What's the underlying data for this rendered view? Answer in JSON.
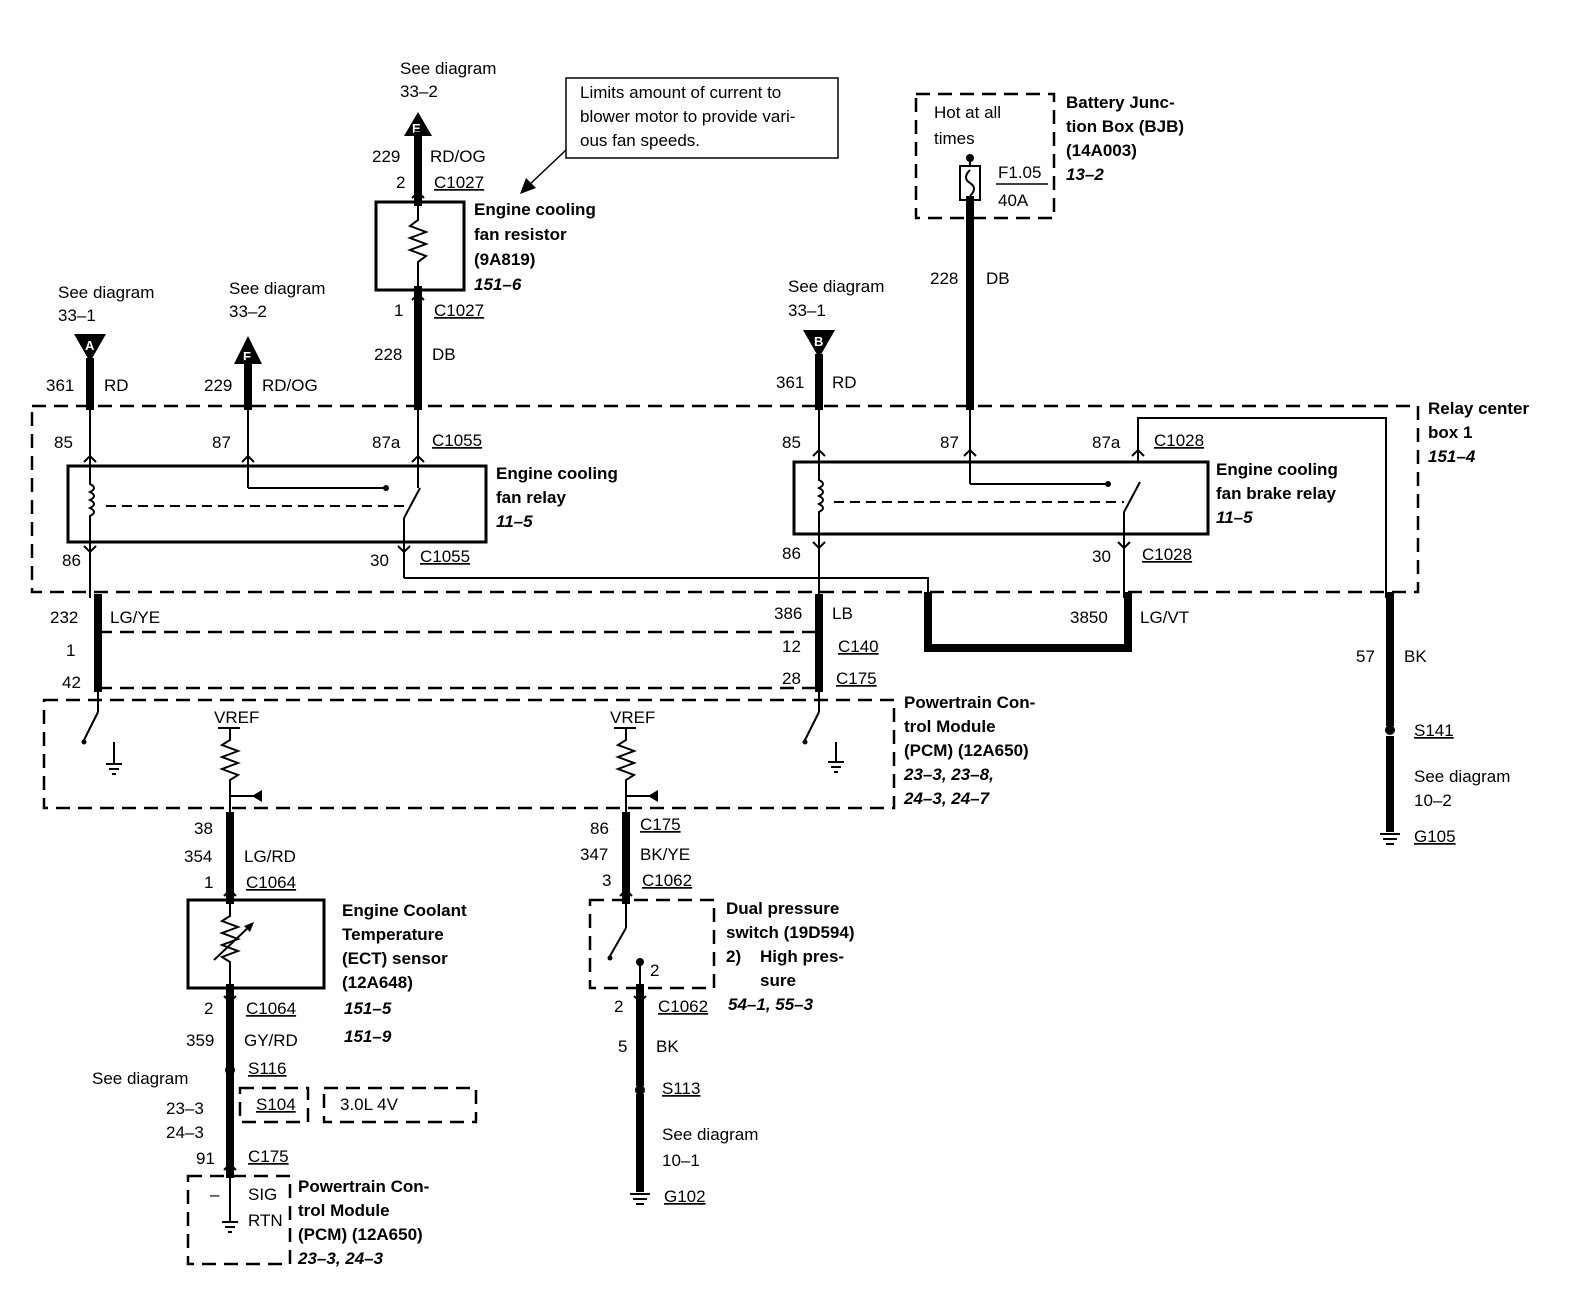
{
  "connectors": {
    "e": {
      "letter": "E",
      "see": "See diagram",
      "ref": "33–2"
    },
    "a": {
      "letter": "A",
      "see": "See diagram",
      "ref": "33–1"
    },
    "f": {
      "letter": "F",
      "see": "See diagram",
      "ref": "33–2"
    },
    "b": {
      "letter": "B",
      "see": "See diagram",
      "ref": "33–1"
    }
  },
  "note": {
    "line1": "Limits amount of current to",
    "line2": "blower motor to provide vari-",
    "line3": "ous fan speeds."
  },
  "wires": {
    "w229_top": {
      "num": "229",
      "color": "RD/OG"
    },
    "w228_res": {
      "num": "228",
      "color": "DB"
    },
    "w361_a": {
      "num": "361",
      "color": "RD"
    },
    "w229_f": {
      "num": "229",
      "color": "RD/OG"
    },
    "w361_b": {
      "num": "361",
      "color": "RD"
    },
    "w228_bjb": {
      "num": "228",
      "color": "DB"
    },
    "w232": {
      "num": "232",
      "color": "LG/YE"
    },
    "w386": {
      "num": "386",
      "color": "LB"
    },
    "w3850": {
      "num": "3850",
      "color": "LG/VT"
    },
    "w57": {
      "num": "57",
      "color": "BK"
    },
    "w354": {
      "num": "354",
      "color": "LG/RD"
    },
    "w347": {
      "num": "347",
      "color": "BK/YE"
    },
    "w359": {
      "num": "359",
      "color": "GY/RD"
    },
    "w5": {
      "num": "5",
      "color": "BK"
    }
  },
  "resistor": {
    "title1": "Engine cooling",
    "title2": "fan resistor",
    "title3": "(9A819)",
    "ref": "151–6",
    "pin_top": "2",
    "conn_top": "C1027",
    "pin_bot": "1",
    "conn_bot": "C1027"
  },
  "bjb": {
    "hot1": "Hot at all",
    "hot2": "times",
    "fuse": "F1.05",
    "amps": "40A",
    "title1": "Battery Junc-",
    "title2": "tion Box (BJB)",
    "title3": "(14A003)",
    "ref": "13–2"
  },
  "relay_box": {
    "title1": "Relay center",
    "title2": "box 1",
    "ref": "151–4"
  },
  "relay1": {
    "title1": "Engine cooling",
    "title2": "fan relay",
    "ref": "11–5",
    "pin85": "85",
    "pin87": "87",
    "pin87a": "87a",
    "pin86": "86",
    "pin30": "30",
    "conn_top": "C1055",
    "conn_bot": "C1055"
  },
  "relay2": {
    "title1": "Engine cooling",
    "title2": "fan brake relay",
    "ref": "11–5",
    "pin85": "85",
    "pin87": "87",
    "pin87a": "87a",
    "pin86": "86",
    "pin30": "30",
    "conn_top": "C1028",
    "conn_bot": "C1028"
  },
  "inline": {
    "p1": "1",
    "p42": "42",
    "p12": "12",
    "c140": "C140",
    "p28": "28",
    "c175": "C175"
  },
  "pcm_main": {
    "title1": "Powertrain Con-",
    "title2": "trol Module",
    "title3": "(PCM) (12A650)",
    "ref1": "23–3, 23–8,",
    "ref2": "24–3, 24–7",
    "vref_left": "VREF",
    "vref_mid": "VREF",
    "pin38": "38",
    "pin86": "86",
    "c175": "C175"
  },
  "ect": {
    "pin1": "1",
    "conn1": "C1064",
    "pin2": "2",
    "conn2": "C1064",
    "title1": "Engine Coolant",
    "title2": "Temperature",
    "title3": "(ECT) sensor",
    "title4": "(12A648)",
    "ref1": "151–5",
    "ref2": "151–9"
  },
  "dps": {
    "pin3": "3",
    "conn3": "C1062",
    "pin2_inside": "2",
    "pin2": "2",
    "conn2": "C1062",
    "title1": "Dual pressure",
    "title2": "switch (19D594)",
    "sub_num": "2)",
    "sub1": "High pres-",
    "sub2": "sure",
    "ref": "54–1, 55–3"
  },
  "splices": {
    "s116": "S116",
    "s104": "S104",
    "engine": "3.0L 4V",
    "see_diagram": "See diagram",
    "ref1": "23–3",
    "ref2": "24–3",
    "s113": "S113",
    "s141": "S141"
  },
  "grounds": {
    "g102_see": "See diagram",
    "g102_ref": "10–1",
    "g102": "G102",
    "g105_see": "See diagram",
    "g105_ref": "10–2",
    "g105": "G105"
  },
  "pcm_bottom": {
    "pin91": "91",
    "c175": "C175",
    "minus": "–",
    "sig": "SIG",
    "rtn": "RTN",
    "title1": "Powertrain Con-",
    "title2": "trol Module",
    "title3": "(PCM) (12A650)",
    "ref": "23–3, 24–3"
  }
}
